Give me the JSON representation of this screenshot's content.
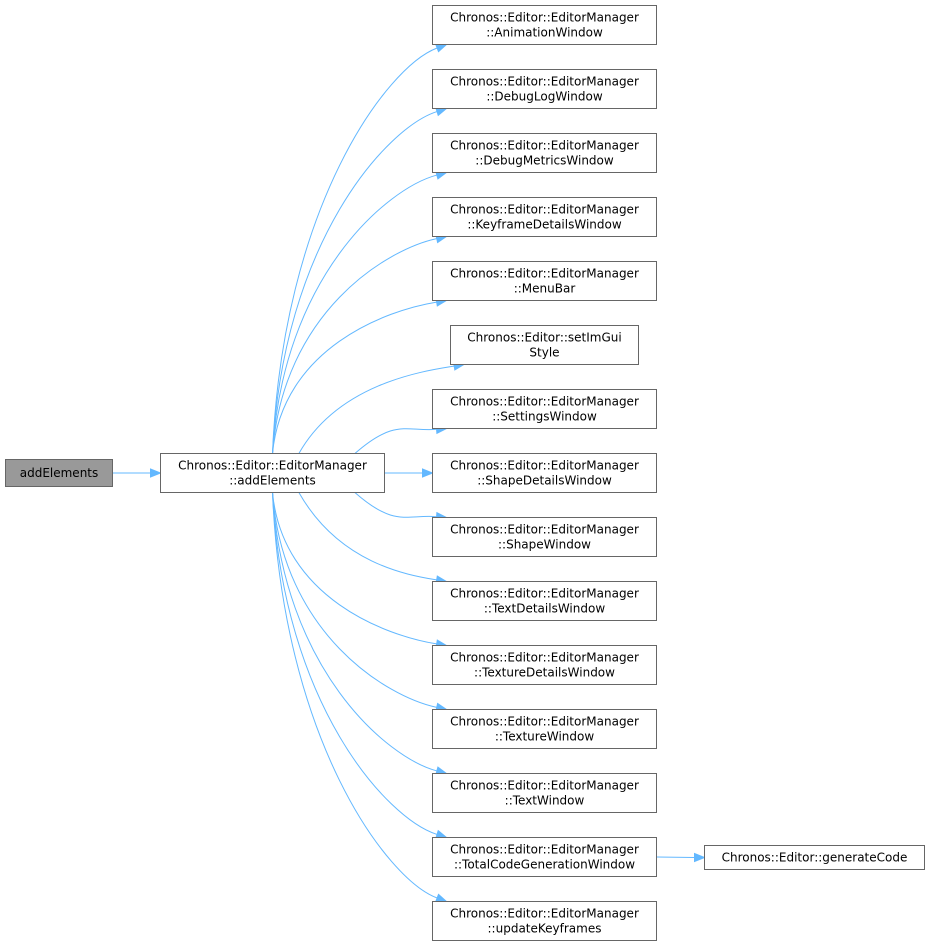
{
  "colors": {
    "edge": "#63b8ff",
    "node_border": "#666666",
    "root_fill": "#999999",
    "node_fill": "#ffffff"
  },
  "nodes": {
    "root": {
      "lines": [
        "addElements"
      ]
    },
    "manager": {
      "lines": [
        "Chronos::Editor::EditorManager",
        "::addElements"
      ]
    },
    "animation": {
      "lines": [
        "Chronos::Editor::EditorManager",
        "::AnimationWindow"
      ]
    },
    "debuglog": {
      "lines": [
        "Chronos::Editor::EditorManager",
        "::DebugLogWindow"
      ]
    },
    "debugmetrics": {
      "lines": [
        "Chronos::Editor::EditorManager",
        "::DebugMetricsWindow"
      ]
    },
    "keyframedetails": {
      "lines": [
        "Chronos::Editor::EditorManager",
        "::KeyframeDetailsWindow"
      ]
    },
    "menubar": {
      "lines": [
        "Chronos::Editor::EditorManager",
        "::MenuBar"
      ]
    },
    "setimgui": {
      "lines": [
        "Chronos::Editor::setImGui",
        "Style"
      ]
    },
    "settings": {
      "lines": [
        "Chronos::Editor::EditorManager",
        "::SettingsWindow"
      ]
    },
    "shapedetails": {
      "lines": [
        "Chronos::Editor::EditorManager",
        "::ShapeDetailsWindow"
      ]
    },
    "shapewindow": {
      "lines": [
        "Chronos::Editor::EditorManager",
        "::ShapeWindow"
      ]
    },
    "textdetails": {
      "lines": [
        "Chronos::Editor::EditorManager",
        "::TextDetailsWindow"
      ]
    },
    "texturedetails": {
      "lines": [
        "Chronos::Editor::EditorManager",
        "::TextureDetailsWindow"
      ]
    },
    "texturewindow": {
      "lines": [
        "Chronos::Editor::EditorManager",
        "::TextureWindow"
      ]
    },
    "textwindow": {
      "lines": [
        "Chronos::Editor::EditorManager",
        "::TextWindow"
      ]
    },
    "totalcodegen": {
      "lines": [
        "Chronos::Editor::EditorManager",
        "::TotalCodeGenerationWindow"
      ]
    },
    "updatekeyframes": {
      "lines": [
        "Chronos::Editor::EditorManager",
        "::updateKeyframes"
      ]
    },
    "generatecode": {
      "lines": [
        "Chronos::Editor::generateCode"
      ]
    }
  },
  "edges": [
    {
      "from": "root",
      "to": "manager"
    },
    {
      "from": "manager",
      "to": "animation"
    },
    {
      "from": "manager",
      "to": "debuglog"
    },
    {
      "from": "manager",
      "to": "debugmetrics"
    },
    {
      "from": "manager",
      "to": "keyframedetails"
    },
    {
      "from": "manager",
      "to": "menubar"
    },
    {
      "from": "manager",
      "to": "setimgui"
    },
    {
      "from": "manager",
      "to": "settings"
    },
    {
      "from": "manager",
      "to": "shapedetails"
    },
    {
      "from": "manager",
      "to": "shapewindow"
    },
    {
      "from": "manager",
      "to": "textdetails"
    },
    {
      "from": "manager",
      "to": "texturedetails"
    },
    {
      "from": "manager",
      "to": "texturewindow"
    },
    {
      "from": "manager",
      "to": "textwindow"
    },
    {
      "from": "manager",
      "to": "totalcodegen"
    },
    {
      "from": "manager",
      "to": "updatekeyframes"
    },
    {
      "from": "totalcodegen",
      "to": "generatecode"
    }
  ]
}
